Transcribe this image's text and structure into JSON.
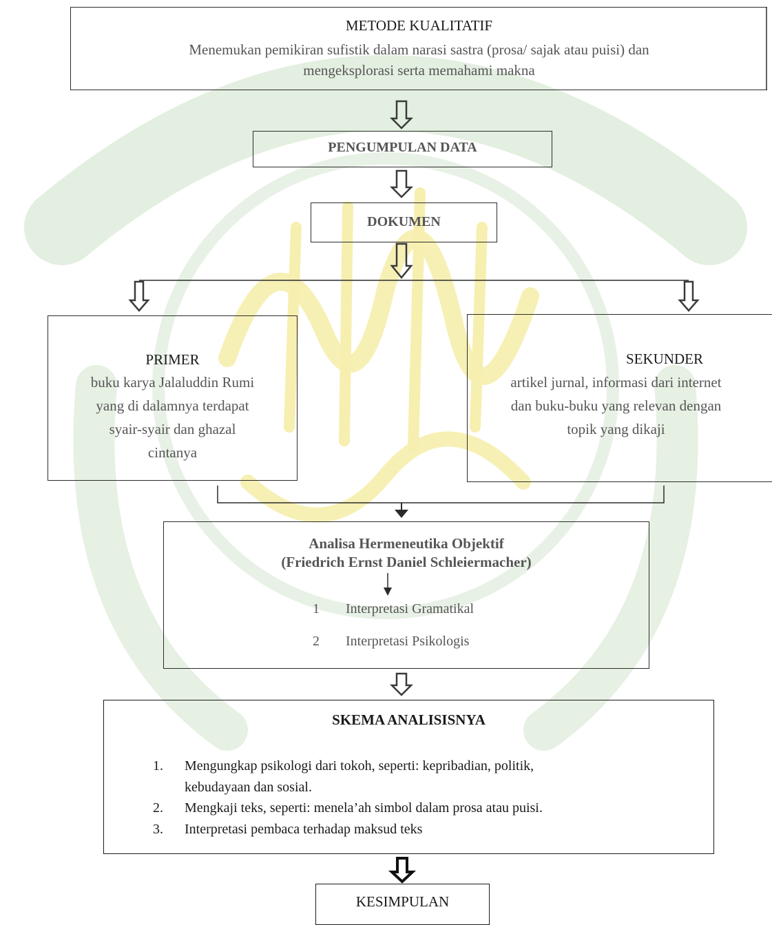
{
  "metode": {
    "title": "METODE KUALITATIF",
    "line1": "Menemukan pemikiran sufistik dalam narasi sastra (prosa/ sajak atau puisi) dan",
    "line2": "mengeksplorasi serta memahami makna"
  },
  "pengumpulan": {
    "title": "PENGUMPULAN DATA"
  },
  "dokumen": {
    "title": "DOKUMEN"
  },
  "primer": {
    "title": "PRIMER",
    "lines": [
      "buku karya Jalaluddin Rumi",
      "yang di dalamnya terdapat",
      "syair-syair dan ghazal",
      "cintanya"
    ]
  },
  "sekunder": {
    "title": "SEKUNDER",
    "lines": [
      "artikel jurnal, informasi dari internet",
      "dan buku-buku yang relevan dengan",
      "topik yang dikaji"
    ]
  },
  "analisa": {
    "title1": "Analisa Hermeneutika Objektif",
    "title2": "(Friedrich Ernst Daniel Schleiermacher)",
    "items": [
      {
        "num": "1",
        "text": "Interpretasi Gramatikal"
      },
      {
        "num": "2",
        "text": "Interpretasi Psikologis"
      }
    ]
  },
  "skema": {
    "title": "SKEMA ANALISISNYA",
    "items": [
      {
        "num": "1.",
        "lines": [
          "Mengungkap psikologi dari tokoh, seperti: kepribadian, politik,",
          "kebudayaan dan sosial."
        ]
      },
      {
        "num": "2.",
        "lines": [
          "Mengkaji teks, seperti: menela’ah simbol dalam prosa atau puisi."
        ]
      },
      {
        "num": "3.",
        "lines": [
          "Interpretasi pembaca terhadap maksud teks"
        ]
      }
    ]
  },
  "kesimpulan": {
    "title": "KESIMPULAN"
  },
  "colors": {
    "watermark_green": "#dcebd8",
    "watermark_yellow": "#f4eb9c",
    "line": "#2b2b2b"
  }
}
